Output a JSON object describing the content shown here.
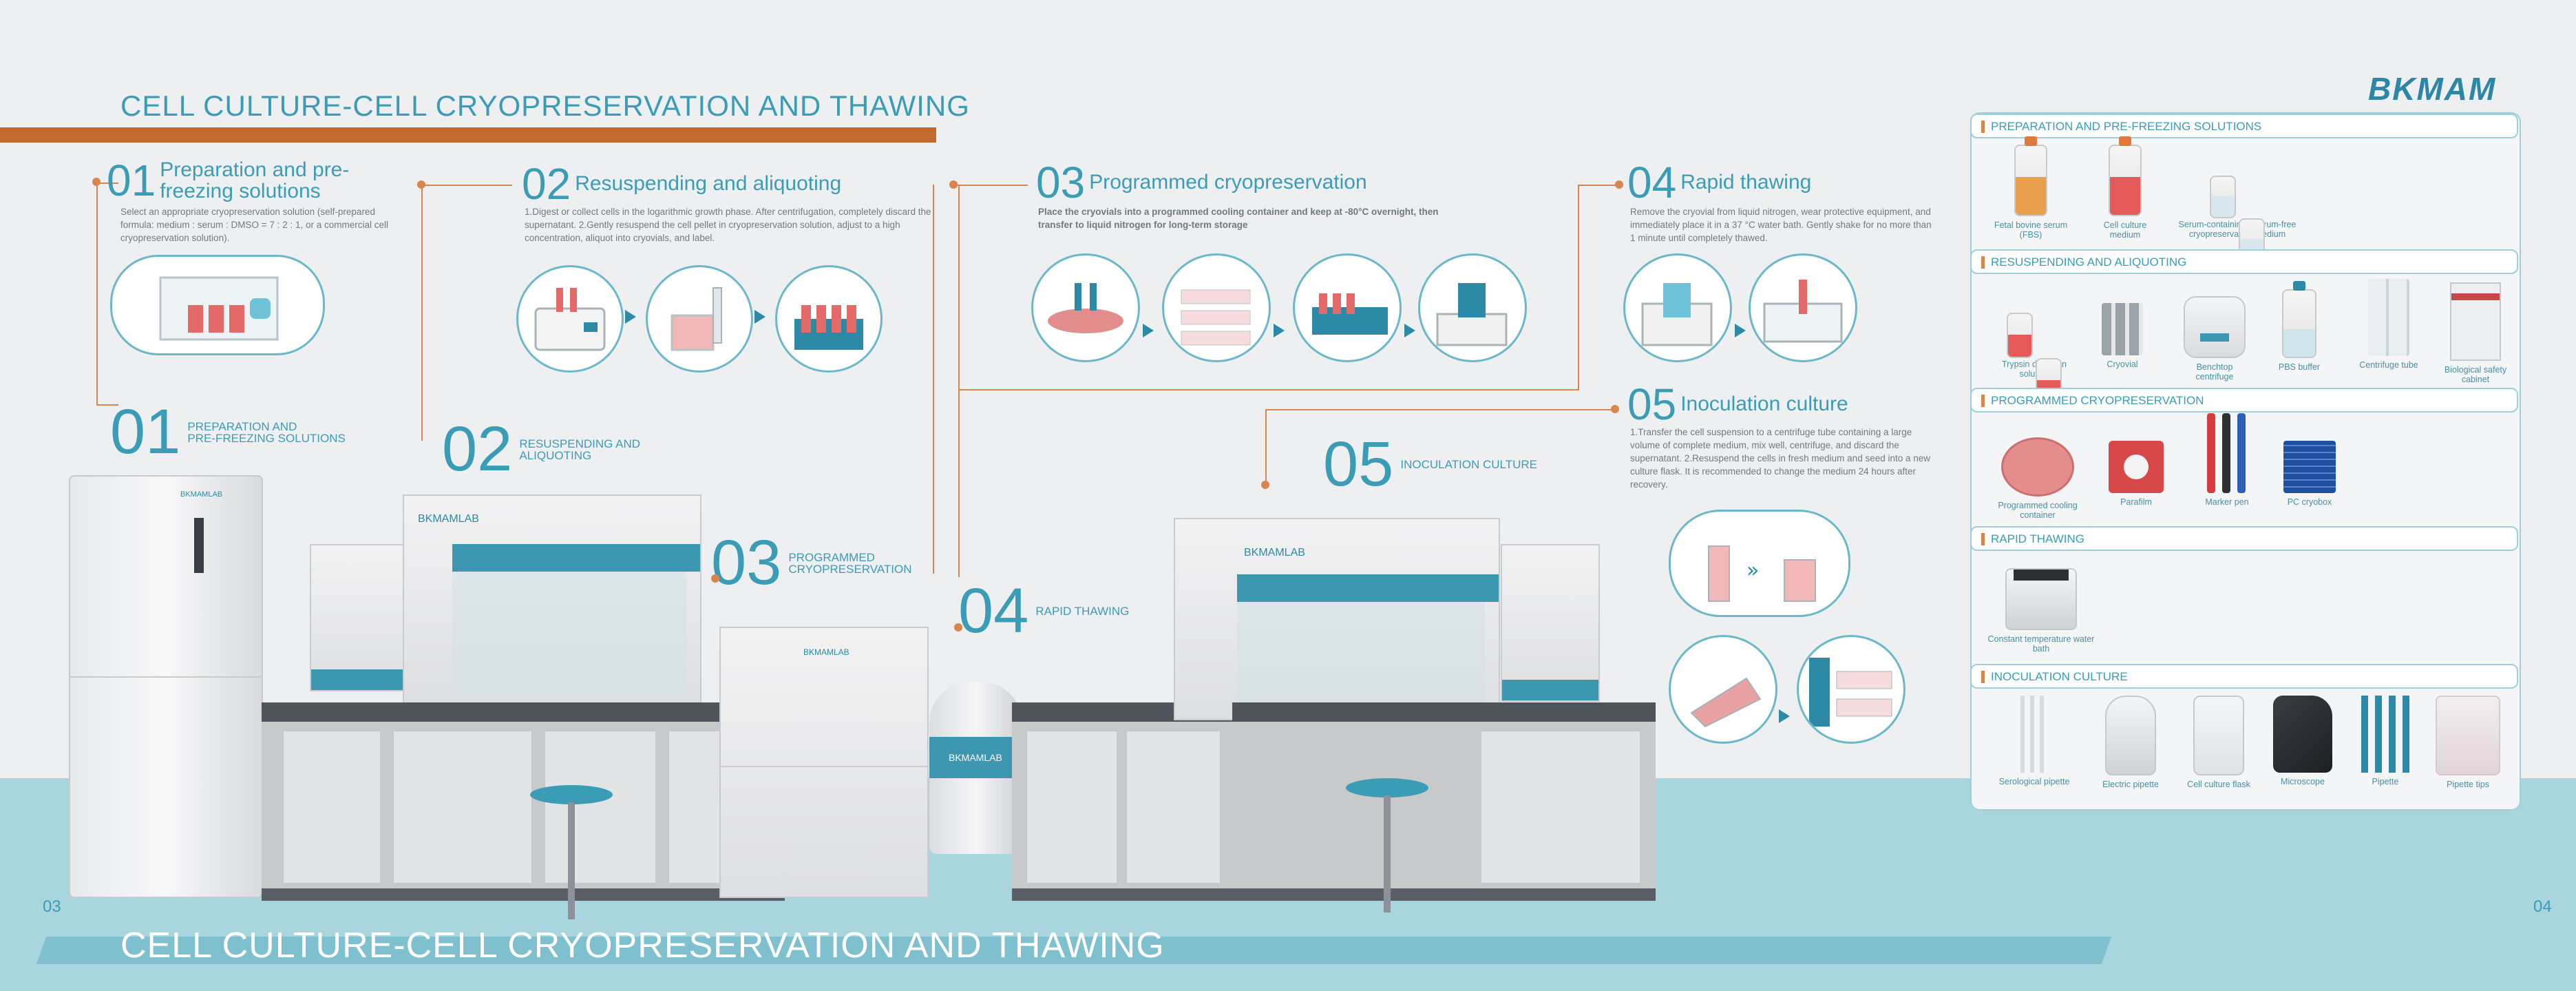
{
  "header": {
    "title": "CELL CULTURE-CELL CRYOPRESERVATION AND THAWING",
    "bottom_title": "CELL CULTURE-CELL CRYOPRESERVATION AND THAWING",
    "logo": "BKMAM",
    "page_left": "03",
    "page_right": "04"
  },
  "steps": [
    {
      "num": "01",
      "title": "Preparation and pre-freezing solutions",
      "desc": "Select an appropriate cryopreservation solution (self-prepared formula: medium : serum : DMSO = 7 : 2 : 1, or a commercial cell cryopreservation solution)."
    },
    {
      "num": "02",
      "title": "Resuspending and aliquoting",
      "desc": "1.Digest or collect cells in the logarithmic growth phase. After centrifugation, completely discard the supernatant. 2.Gently resuspend the cell pellet in cryopreservation solution, adjust to a high concentration, aliquot into cryovials, and label."
    },
    {
      "num": "03",
      "title": "Programmed cryopreservation",
      "desc": "Place the cryovials into a programmed cooling container and keep at -80°C overnight, then transfer to liquid nitrogen for long-term storage"
    },
    {
      "num": "04",
      "title": "Rapid thawing",
      "desc": "Remove the cryovial from liquid nitrogen, wear protective equipment, and immediately place it in a 37 °C water bath. Gently shake for no more than 1 minute until completely thawed."
    },
    {
      "num": "05",
      "title": "Inoculation culture",
      "desc": "1.Transfer the cell suspension to a centrifuge tube containing a large volume of complete medium, mix well, centrifuge, and discard the supernatant. 2.Resuspend the cells in fresh medium and seed into a new culture flask. It is recommended to change the medium 24 hours after recovery."
    }
  ],
  "markers": [
    {
      "num": "01",
      "line1": "PREPARATION AND",
      "line2": "PRE-FREEZING SOLUTIONS"
    },
    {
      "num": "02",
      "line1": "RESUSPENDING AND",
      "line2": "ALIQUOTING"
    },
    {
      "num": "03",
      "line1": "PROGRAMMED",
      "line2": "CRYOPRESERVATION"
    },
    {
      "num": "04",
      "line1": "RAPID THAWING",
      "line2": ""
    },
    {
      "num": "05",
      "line1": "INOCULATION CULTURE",
      "line2": ""
    }
  ],
  "equipment_brand": "BKMAMLAB",
  "panel": {
    "sections": [
      {
        "title": "PREPARATION AND PRE-FREEZING SOLUTIONS",
        "items": [
          "Fetal bovine serum (FBS)",
          "Cell culture medium",
          "Serum-containing / Serum-free cryopreservation medium"
        ]
      },
      {
        "title": "RESUSPENDING AND ALIQUOTING",
        "items": [
          "Trypsin digestion solution",
          "Cryovial",
          "Benchtop centrifuge",
          "PBS buffer",
          "Centrifuge tube",
          "Biological safety cabinet"
        ]
      },
      {
        "title": "PROGRAMMED CRYOPRESERVATION",
        "items": [
          "Programmed cooling container",
          "Parafilm",
          "Marker pen",
          "PC cryobox"
        ]
      },
      {
        "title": "RAPID THAWING",
        "items": [
          "Constant temperature water bath"
        ]
      },
      {
        "title": "INOCULATION CULTURE",
        "items": [
          "Serological pipette",
          "Electric pipette",
          "Cell culture flask",
          "Microscope",
          "Pipette",
          "Pipette tips"
        ]
      }
    ]
  },
  "colors": {
    "accent": "#3b9cb6",
    "orange": "#c46a2f",
    "floor": "#a9d5df"
  }
}
